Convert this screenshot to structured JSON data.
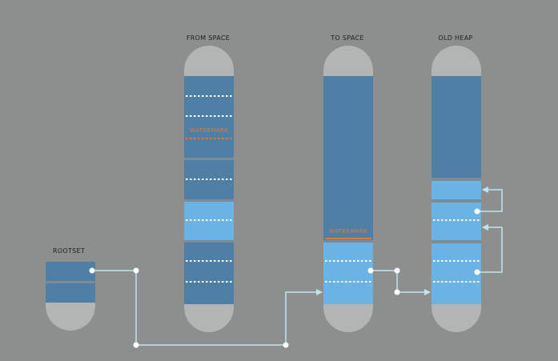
{
  "colors": {
    "background": "#8d8e8e",
    "cap": "#b3b4b4",
    "cap_shadow": "#a4a5a5",
    "dark_block": "#4f7fa4",
    "light_block": "#6bb3e4",
    "separator": "#7f8a93",
    "dashes": "#ffffff",
    "watermark": "#e07a3a",
    "connector": "#bfe3ef",
    "dot": "#ffffff"
  },
  "labels": {
    "rootset": "ROOTSET",
    "from_space": "FROM SPACE",
    "to_space": "TO SPACE",
    "old_heap": "OLD HEAP",
    "watermark": "WATERMARK"
  },
  "regions": {
    "from_space": {
      "segments": [
        "dark",
        "dark",
        "light",
        "dark"
      ],
      "dashed_rows": 6,
      "has_watermark": true
    },
    "to_space": {
      "segments": [
        "dark",
        "light"
      ],
      "dashed_rows": 2,
      "has_watermark": true
    },
    "old_heap": {
      "segments": [
        "dark",
        "light",
        "light",
        "light"
      ],
      "dashed_rows": 3,
      "has_watermark": false
    },
    "rootset": {
      "segments": [
        "dark",
        "dark"
      ]
    }
  },
  "icons": [
    "connector-arrow-icon",
    "pointer-dot-icon"
  ]
}
